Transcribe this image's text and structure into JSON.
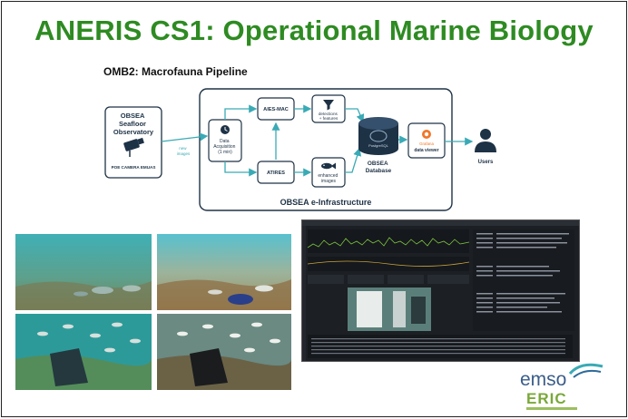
{
  "slide": {
    "title": "ANERIS CS1: Operational Marine Biology",
    "subtitle": "OMB2: Macrofauna Pipeline"
  },
  "diagram": {
    "observatory": {
      "title_lines": [
        "OBSEA",
        "Seafloor",
        "Observatory"
      ],
      "camera_label": "POE CAMERA EMUAS"
    },
    "edge_label_lines": [
      "new",
      "images"
    ],
    "acquisition_lines": [
      "Data",
      "Acquisition",
      "(1 min)"
    ],
    "aies_mac": "AIES-MAC",
    "atires": "ATIRES",
    "detections_lines": [
      "detections",
      "+ features"
    ],
    "enhanced_lines": [
      "enhanced",
      "images"
    ],
    "database_logo": "PostgreSQL",
    "database_lines": [
      "OBSEA",
      "Database"
    ],
    "viewer_brand": "Grafana",
    "viewer_label": "data viewer",
    "users_label": "Users",
    "infrastructure_label": "OBSEA e-Infrastructure"
  },
  "logo": {
    "emso": "emso",
    "eric": "ERIC"
  },
  "colors": {
    "title_green": "#2e8b22",
    "arrow_teal": "#3aaab5",
    "box_border": "#1e3246",
    "dashboard_bg": "#1c1f24",
    "chart_green": "#7cc33f"
  },
  "icons": [
    "camera-icon",
    "clock-icon",
    "funnel-icon",
    "fish-icon",
    "database-icon",
    "grafana-icon",
    "user-icon"
  ]
}
